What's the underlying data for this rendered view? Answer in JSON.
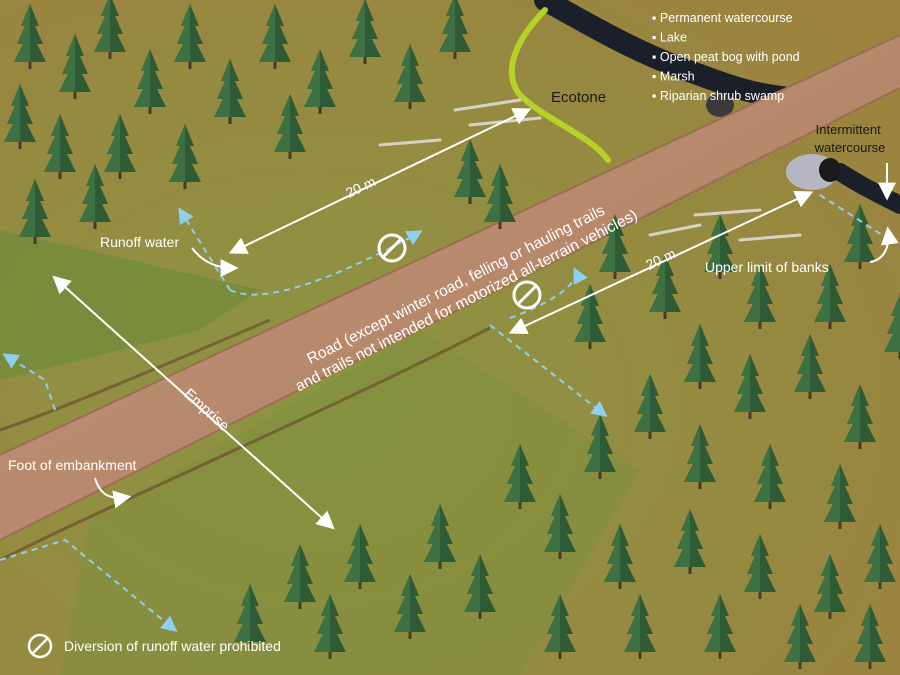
{
  "watercourse_types": [
    "Permanent watercourse",
    "Lake",
    "Open peat bog with pond",
    "Marsh",
    "Riparian shrub swamp"
  ],
  "labels": {
    "ecotone": "Ecotone",
    "intermittent_watercourse": "Intermittent watercourse",
    "intermittent_line1": "Intermittent",
    "intermittent_line2": "watercourse",
    "distance_left": "20 m",
    "distance_right": "20 m",
    "runoff_water": "Runoff water",
    "upper_limit_of_banks": "Upper limit of banks",
    "road_line1": "Road (except winter road, felling or hauling trails",
    "road_line2": "and trails not intended for motorized all-terrain vehicles)",
    "emprise": "Emprise",
    "foot_of_embankment": "Foot of embankment"
  },
  "legend": {
    "symbol": "prohibited-symbol",
    "text": "Diversion of runoff water prohibited"
  },
  "colors": {
    "ground": "#9c8748",
    "grass": "#7d8a3a",
    "road": "#b8876a",
    "ecotone": "#b5d12a",
    "runoff_arrow": "#8fd0ee",
    "watercourse": "#1b1f2a"
  }
}
